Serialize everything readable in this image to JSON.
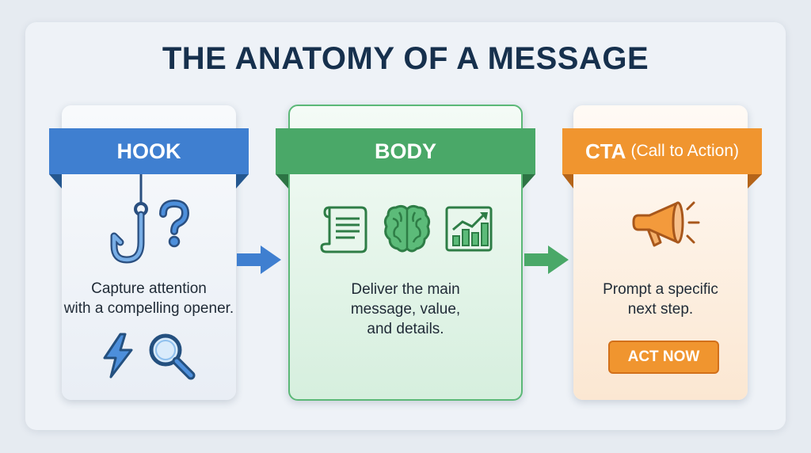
{
  "title": "THE ANATOMY OF A MESSAGE",
  "hook": {
    "label": "HOOK",
    "description_line1": "Capture attention",
    "description_line2": "with a compelling opener.",
    "color": "#3f7fd0",
    "icons": [
      "fishhook-icon",
      "question-mark-icon",
      "lightning-icon",
      "magnifier-icon"
    ]
  },
  "body": {
    "label": "BODY",
    "description_line1": "Deliver the main",
    "description_line2": "message, value,",
    "description_line3": "and details.",
    "color": "#4aa868",
    "icons": [
      "scroll-document-icon",
      "brain-icon",
      "growth-chart-icon"
    ]
  },
  "cta": {
    "label": "CTA",
    "label_sub": "(Call to Action)",
    "description_line1": "Prompt a specific",
    "description_line2": "next step.",
    "button_label": "ACT NOW",
    "color": "#f0952f",
    "icons": [
      "megaphone-icon"
    ]
  },
  "arrows": [
    "arrow-hook-to-body",
    "arrow-body-to-cta"
  ]
}
